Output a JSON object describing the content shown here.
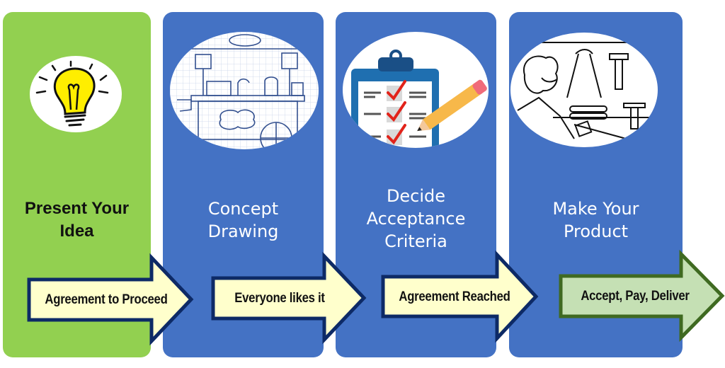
{
  "colors": {
    "green_panel": "#92d050",
    "blue_panel": "#4472c4",
    "arrow_fill_yellow": "#ffffcc",
    "arrow_stroke_navy": "#0d2a66",
    "arrow_fill_green": "#c5e0b4",
    "arrow_stroke_green": "#3f6a21"
  },
  "steps": [
    {
      "title_line1": "Present Your",
      "title_line2": "Idea",
      "illustration": "lightbulb-icon",
      "arrow_label": "Agreement to Proceed"
    },
    {
      "title_line1": "Concept",
      "title_line2": "Drawing",
      "illustration": "sketch-cart-drawing",
      "arrow_label": "Everyone likes it"
    },
    {
      "title_line1": "Decide",
      "title_line2": "Acceptance",
      "title_line3": "Criteria",
      "illustration": "clipboard-checklist-icon",
      "arrow_label": "Agreement Reached"
    },
    {
      "title_line1": "Make Your",
      "title_line2": "Product",
      "illustration": "craftsman-workbench-drawing",
      "arrow_label": "Accept, Pay, Deliver"
    }
  ]
}
